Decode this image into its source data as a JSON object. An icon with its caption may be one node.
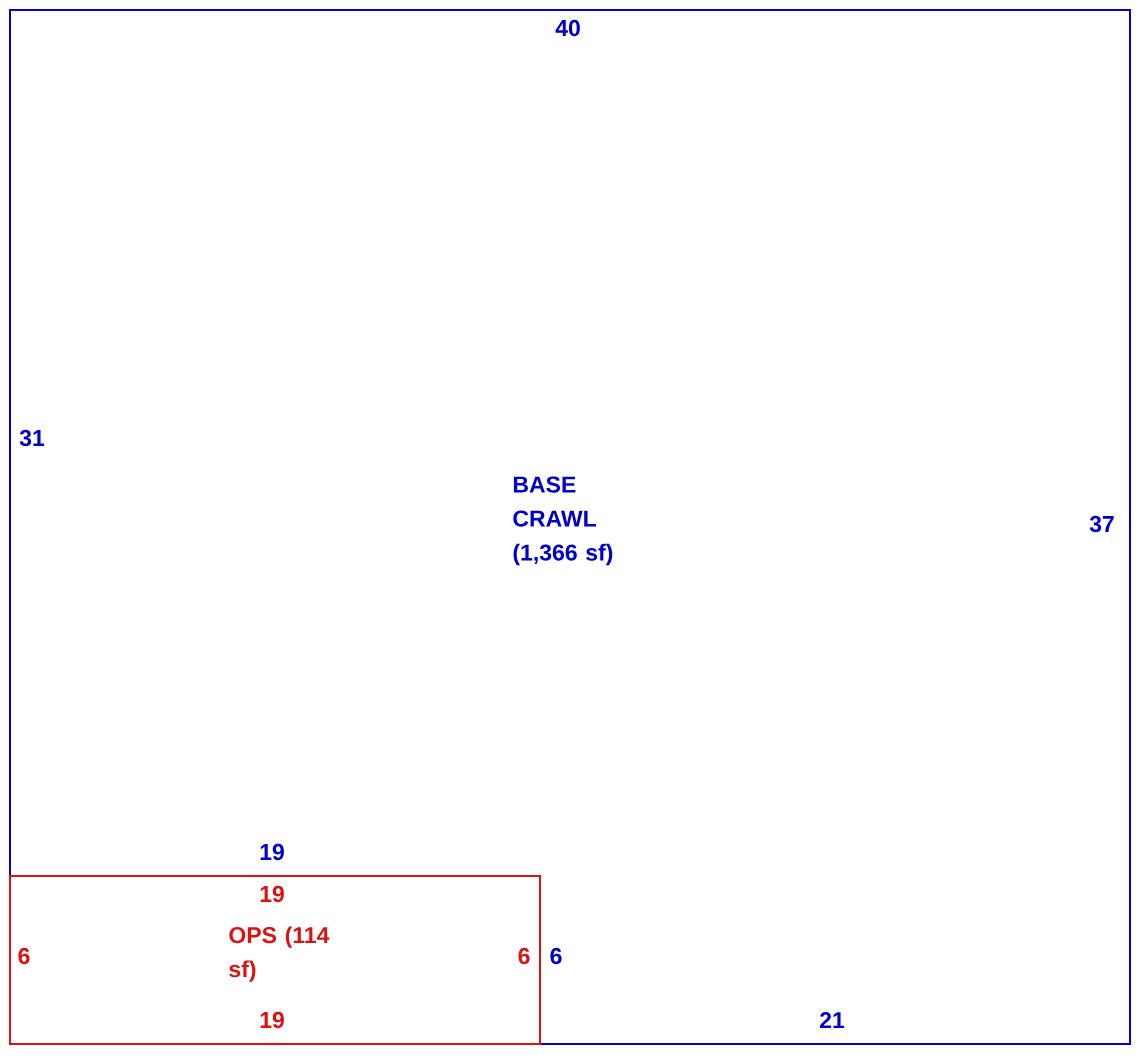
{
  "diagram": {
    "nodes": [
      {
        "text": [
          "BASE CRAWL (1,366 sf)"
        ]
      },
      {
        "text": [
          "OPS (114 sf)"
        ]
      }
    ],
    "labels": [
      "40",
      "31",
      "37",
      "19",
      "19",
      "6",
      "6",
      "6",
      "19",
      "21"
    ]
  }
}
